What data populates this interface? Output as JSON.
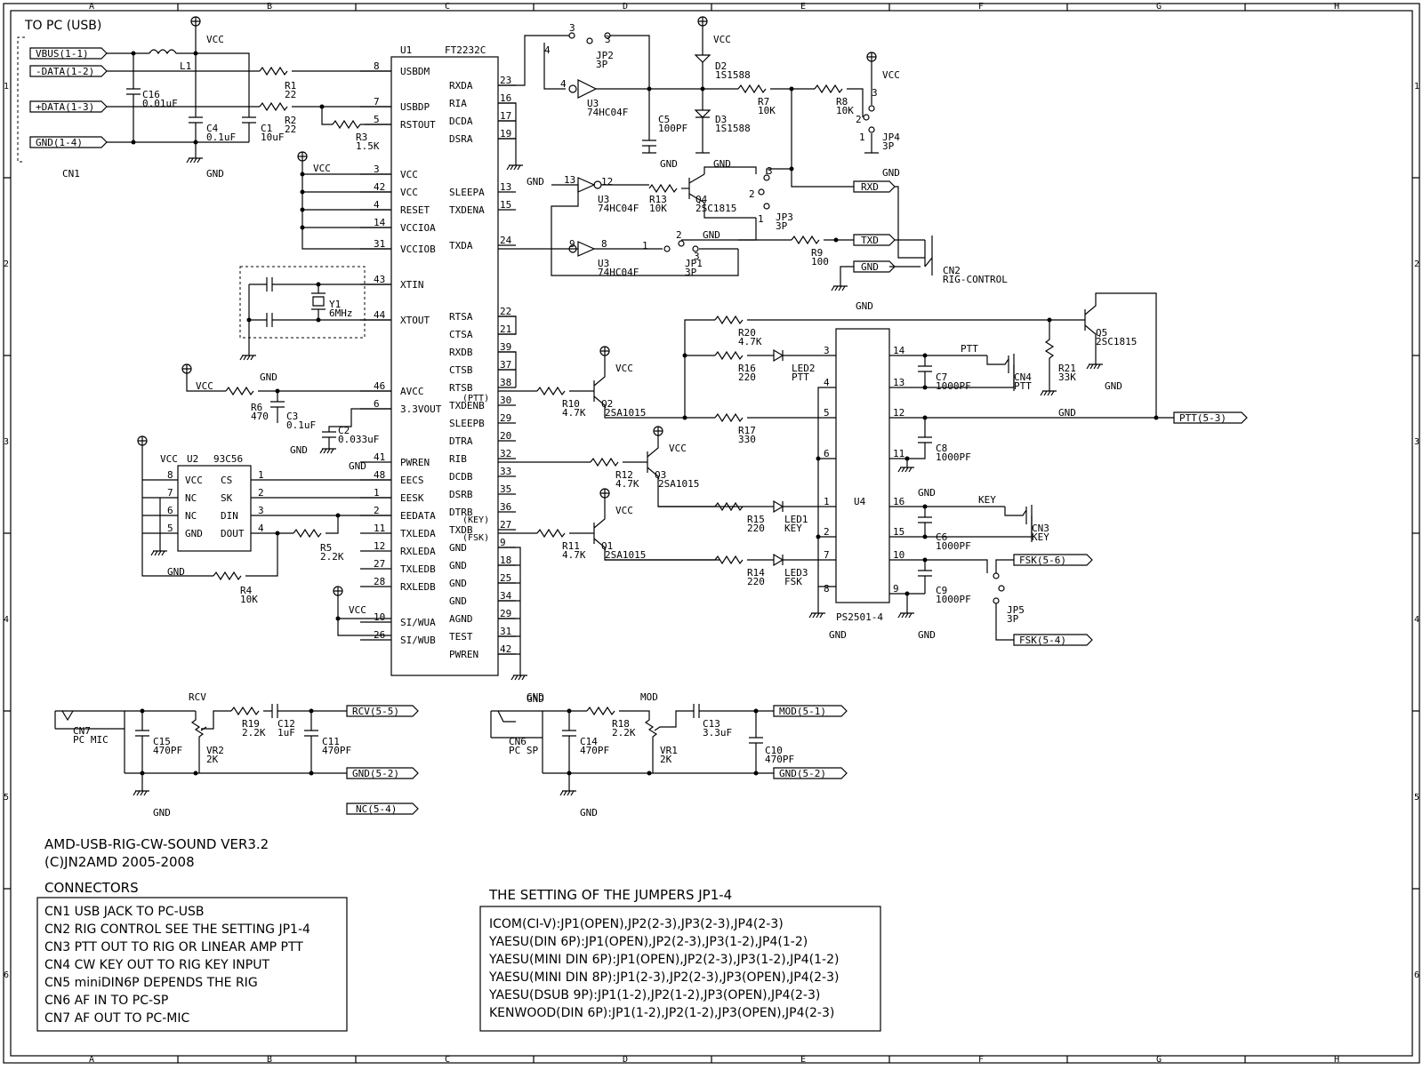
{
  "title": {
    "line1": "AMD-USB-RIG-CW-SOUND VER3.2",
    "line2": "(C)JN2AMD 2005-2008"
  },
  "usb": {
    "header": "TO PC (USB)",
    "ports": [
      "VBUS(1-1)",
      "-DATA(1-2)",
      "+DATA(1-3)",
      "GND(1-4)"
    ],
    "cn1": "CN1"
  },
  "grid": {
    "cols": [
      "A",
      "B",
      "C",
      "D",
      "E",
      "F",
      "G",
      "H"
    ],
    "rows": [
      "1",
      "2",
      "3",
      "4",
      "5",
      "6"
    ]
  },
  "u1": {
    "ref": "U1",
    "part": "FT2232C",
    "left_pins": [
      {
        "num": "8",
        "name": "USBDM"
      },
      {
        "num": "7",
        "name": "USBDP"
      },
      {
        "num": "5",
        "name": "RSTOUT"
      },
      {
        "num": "3",
        "name": "VCC"
      },
      {
        "num": "42",
        "name": "VCC"
      },
      {
        "num": "4",
        "name": "RESET"
      },
      {
        "num": "14",
        "name": "VCCIOA"
      },
      {
        "num": "31",
        "name": "VCCIOB"
      },
      {
        "num": "43",
        "name": "XTIN"
      },
      {
        "num": "44",
        "name": "XTOUT"
      },
      {
        "num": "46",
        "name": "AVCC"
      },
      {
        "num": "6",
        "name": "3.3VOUT"
      },
      {
        "num": "41",
        "name": "PWREN"
      },
      {
        "num": "48",
        "name": "EECS"
      },
      {
        "num": "1",
        "name": "EESK"
      },
      {
        "num": "2",
        "name": "EEDATA"
      },
      {
        "num": "11",
        "name": "TXLEDA"
      },
      {
        "num": "12",
        "name": "RXLEDA"
      },
      {
        "num": "27",
        "name": "TXLEDB"
      },
      {
        "num": "28",
        "name": "RXLEDB"
      },
      {
        "num": "10",
        "name": "SI/WUA"
      },
      {
        "num": "26",
        "name": "SI/WUB"
      }
    ],
    "right_pins": [
      {
        "num": "23",
        "name": "RXDA"
      },
      {
        "num": "16",
        "name": "RIA"
      },
      {
        "num": "17",
        "name": "DCDA"
      },
      {
        "num": "19",
        "name": "DSRA"
      },
      {
        "num": "13",
        "name": "SLEEPA"
      },
      {
        "num": "15",
        "name": "TXDENA"
      },
      {
        "num": "24",
        "name": "TXDA"
      },
      {
        "num": "22",
        "name": "RTSA"
      },
      {
        "num": "21",
        "name": "CTSA"
      },
      {
        "num": "39",
        "name": "RXDB"
      },
      {
        "num": "37",
        "name": "CTSB"
      },
      {
        "num": "38",
        "name": "RTSB"
      },
      {
        "num": "30",
        "name": "TXDENB"
      },
      {
        "num": "29",
        "name": "SLEEPB"
      },
      {
        "num": "20",
        "name": "DTRA"
      },
      {
        "num": "32",
        "name": "RIB"
      },
      {
        "num": "33",
        "name": "DCDB"
      },
      {
        "num": "35",
        "name": "DSRB"
      },
      {
        "num": "36",
        "name": "DTRB"
      },
      {
        "num": "27",
        "name": "TXDB"
      },
      {
        "num": "9",
        "name": "GND"
      },
      {
        "num": "18",
        "name": "GND"
      },
      {
        "num": "25",
        "name": "GND"
      },
      {
        "num": "34",
        "name": "GND"
      },
      {
        "num": "29",
        "name": "AGND"
      },
      {
        "num": "31",
        "name": "TEST"
      },
      {
        "num": "42",
        "name": "PWREN"
      }
    ],
    "notes": [
      "(PTT)",
      "(KEY)",
      "(FSK)"
    ]
  },
  "u2": {
    "ref": "U2",
    "part": "93C56",
    "left": [
      {
        "num": "8",
        "name": "VCC"
      },
      {
        "num": "7",
        "name": "NC"
      },
      {
        "num": "6",
        "name": "NC"
      },
      {
        "num": "5",
        "name": "GND"
      }
    ],
    "right": [
      {
        "num": "1",
        "name": "CS"
      },
      {
        "num": "2",
        "name": "SK"
      },
      {
        "num": "3",
        "name": "DIN"
      },
      {
        "num": "4",
        "name": "DOUT"
      }
    ]
  },
  "u3": {
    "part": "74HC04F",
    "ref": "U3",
    "gates": [
      {
        "in": "3",
        "out": "4"
      },
      {
        "in": "13",
        "out": "12"
      },
      {
        "in": "9",
        "out": "8"
      }
    ]
  },
  "u4": {
    "ref": "U4",
    "part": "PS2501-4",
    "left_pins": [
      "3",
      "4",
      "5",
      "6",
      "1",
      "2",
      "7",
      "8"
    ],
    "right_pins": [
      "14",
      "13",
      "12",
      "11",
      "16",
      "15",
      "10",
      "9"
    ]
  },
  "labels": {
    "vcc": "VCC",
    "gnd": "GND",
    "l1": "L1",
    "ptt": "PTT",
    "key": "KEY",
    "rxd": "RXD",
    "txd": "TXD",
    "rcv": "RCV",
    "mod": "MOD"
  },
  "components": {
    "r1": [
      "R1",
      "22"
    ],
    "r2": [
      "R2",
      "22"
    ],
    "r3": [
      "R3",
      "1.5K"
    ],
    "c16": [
      "C16",
      "0.01uF"
    ],
    "c4": [
      "C4",
      "0.1uF"
    ],
    "c1": [
      "C1",
      "10uF"
    ],
    "y1": [
      "Y1",
      "6MHz"
    ],
    "r6": [
      "R6",
      "470"
    ],
    "c3": [
      "C3",
      "0.1uF"
    ],
    "c2": [
      "C2",
      "0.033uF"
    ],
    "r5": [
      "R5",
      "2.2K"
    ],
    "r4": [
      "R4",
      "10K"
    ],
    "jp2": [
      "JP2",
      "3P"
    ],
    "jp1": [
      "JP1",
      "3P"
    ],
    "jp3": [
      "JP3",
      "3P"
    ],
    "jp4": [
      "JP4",
      "3P"
    ],
    "jp5": [
      "JP5",
      "3P"
    ],
    "c5": [
      "C5",
      "100PF"
    ],
    "d2": [
      "D2",
      "1S1588"
    ],
    "d3": [
      "D3",
      "1S1588"
    ],
    "r7": [
      "R7",
      "10K"
    ],
    "r8": [
      "R8",
      "10K"
    ],
    "r13": [
      "R13",
      "10K"
    ],
    "q4": [
      "Q4",
      "2SC1815"
    ],
    "r9": [
      "R9",
      "100"
    ],
    "cn2": [
      "CN2",
      "RIG-CONTROL"
    ],
    "r10": [
      "R10",
      "4.7K"
    ],
    "q2": [
      "Q2",
      "2SA1015"
    ],
    "r12": [
      "R12",
      "4.7K"
    ],
    "q3": [
      "Q3",
      "2SA1015"
    ],
    "r11": [
      "R11",
      "4.7K"
    ],
    "q1": [
      "Q1",
      "2SA1015"
    ],
    "r20": [
      "R20",
      "4.7K"
    ],
    "r16": [
      "R16",
      "220"
    ],
    "led2": [
      "LED2",
      "PTT"
    ],
    "r17": [
      "R17",
      "330"
    ],
    "r15": [
      "R15",
      "220"
    ],
    "led1": [
      "LED1",
      "KEY"
    ],
    "r14": [
      "R14",
      "220"
    ],
    "led3": [
      "LED3",
      "FSK"
    ],
    "q5": [
      "Q5",
      "2SC1815"
    ],
    "r21": [
      "R21",
      "33K"
    ],
    "c7": [
      "C7",
      "1000PF"
    ],
    "c8": [
      "C8",
      "1000PF"
    ],
    "c6": [
      "C6",
      "1000PF"
    ],
    "c9": [
      "C9",
      "1000PF"
    ],
    "cn4": [
      "CN4",
      "PTT"
    ],
    "cn3": [
      "CN3",
      "KEY"
    ],
    "cn7": [
      "CN7",
      "PC MIC"
    ],
    "c15": [
      "C15",
      "470PF"
    ],
    "vr2": [
      "VR2",
      "2K"
    ],
    "r19": [
      "R19",
      "2.2K"
    ],
    "c12": [
      "C12",
      "1uF"
    ],
    "c11": [
      "C11",
      "470PF"
    ],
    "cn6": [
      "CN6",
      "PC SP"
    ],
    "c14": [
      "C14",
      "470PF"
    ],
    "r18": [
      "R18",
      "2.2K"
    ],
    "vr1": [
      "VR1",
      "2K"
    ],
    "c13": [
      "C13",
      "3.3uF"
    ],
    "c10": [
      "C10",
      "470PF"
    ]
  },
  "ports": {
    "ptt": "PTT(5-3)",
    "fsk6": "FSK(5-6)",
    "fsk4": "FSK(5-4)",
    "rcv": "RCV(5-5)",
    "gnd_a": "GND(5-2)",
    "nc": "NC(5-4)",
    "mod": "MOD(5-1)",
    "gnd_b": "GND(5-2)"
  },
  "connectors": {
    "heading": "CONNECTORS",
    "rows": [
      "CN1 USB JACK   TO PC-USB",
      "CN2 RIG CONTROL  SEE THE SETTING JP1-4",
      "CN3 PTT OUT       TO RIG OR LINEAR AMP PTT",
      "CN4 CW KEY OUT   TO RIG KEY INPUT",
      "CN5 miniDIN6P     DEPENDS THE RIG",
      "CN6 AF IN          TO PC-SP",
      "CN7 AF OUT         TO PC-MIC"
    ]
  },
  "jumpers": {
    "heading": "THE SETTING OF THE JUMPERS JP1-4",
    "rows": [
      "ICOM(CI-V):JP1(OPEN),JP2(2-3),JP3(2-3),JP4(2-3)",
      "YAESU(DIN 6P):JP1(OPEN),JP2(2-3),JP3(1-2),JP4(1-2)",
      "YAESU(MINI DIN 6P):JP1(OPEN),JP2(2-3),JP3(1-2),JP4(1-2)",
      "YAESU(MINI DIN 8P):JP1(2-3),JP2(2-3),JP3(OPEN),JP4(2-3)",
      "YAESU(DSUB 9P):JP1(1-2),JP2(1-2),JP3(OPEN),JP4(2-3)",
      "KENWOOD(DIN 6P):JP1(1-2),JP2(1-2),JP3(OPEN),JP4(2-3)"
    ]
  }
}
